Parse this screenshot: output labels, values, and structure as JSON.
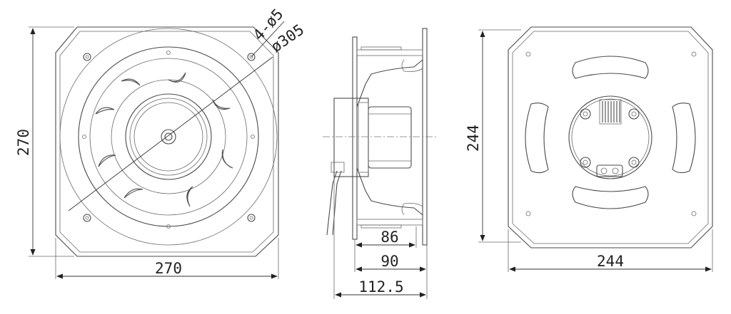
{
  "front_view": {
    "height_label": "270",
    "width_label": "270",
    "hole_label": "4-ø5",
    "diameter_label": "ø305"
  },
  "side_view": {
    "dim_a": "86",
    "dim_b": "90",
    "dim_c": "112.5"
  },
  "rear_view": {
    "height_label": "244",
    "width_label": "244"
  }
}
